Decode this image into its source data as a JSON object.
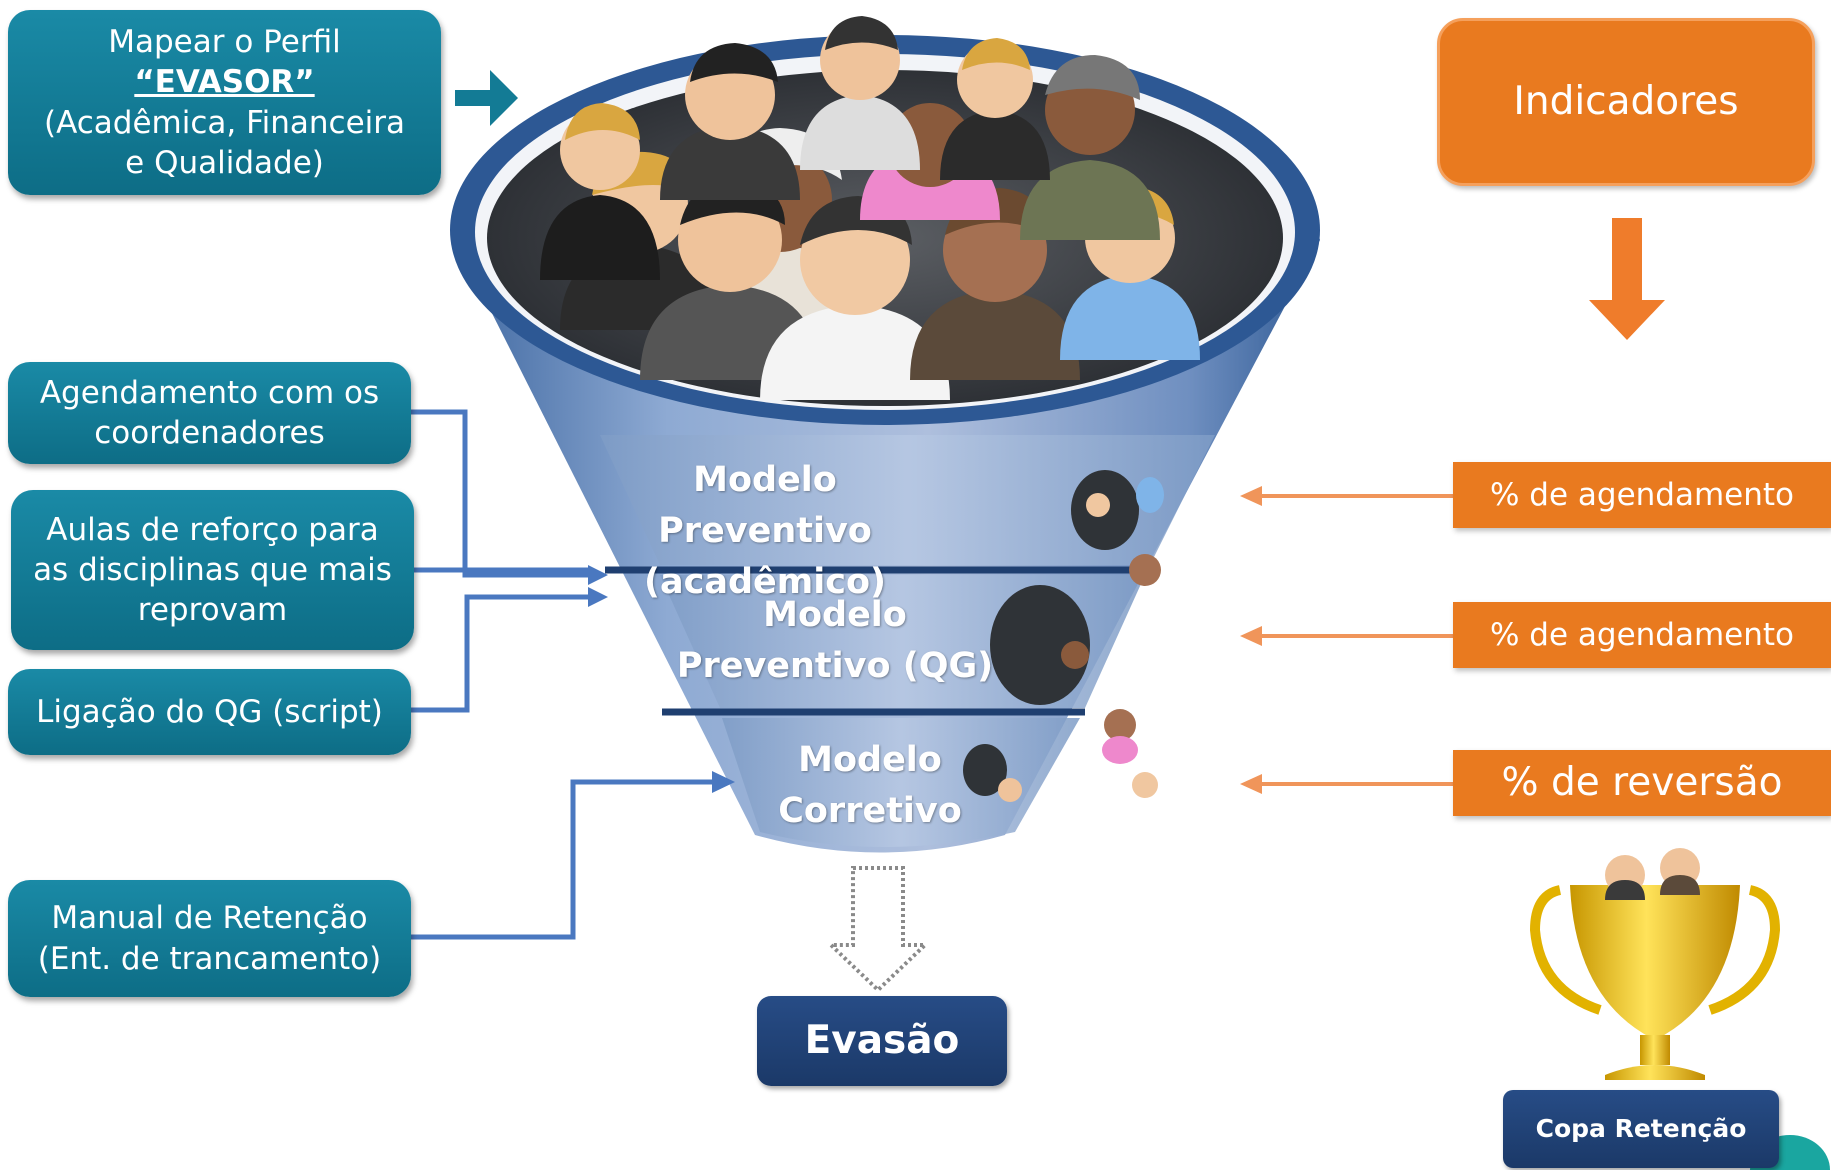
{
  "profile_box": {
    "line1": "Mapear o Perfil",
    "line2": "“EVASOR”",
    "line3": "(Acadêmica, Financeira",
    "line4": "e Qualidade)"
  },
  "left_boxes": [
    {
      "line1": "Agendamento com os",
      "line2": "coordenadores"
    },
    {
      "line1": "Aulas de reforço para",
      "line2": "as disciplinas que mais",
      "line3": "reprovam"
    },
    {
      "line1": "Ligação do QG (script)"
    },
    {
      "line1": "Manual de Retenção",
      "line2": "(Ent. de trancamento)"
    }
  ],
  "funnel": {
    "stage1": {
      "line1": "Modelo Preventivo",
      "line2": "(acadêmico)"
    },
    "stage2": {
      "line1": "Modelo",
      "line2": "Preventivo (QG)"
    },
    "stage3": {
      "line1": "Modelo",
      "line2": "Corretivo"
    }
  },
  "outcome": "Evasão",
  "indicators": {
    "title": "Indicadores",
    "items": [
      "% de agendamento",
      "% de agendamento",
      "% de reversão"
    ]
  },
  "trophy_label": "Copa Retenção",
  "colors": {
    "teal": "#137b95",
    "orange": "#e97a1f",
    "navy": "#1f4276",
    "funnel_blue": "#4f79b0",
    "connector_blue": "#4a78c0",
    "arrow_orange": "#f0955a"
  }
}
